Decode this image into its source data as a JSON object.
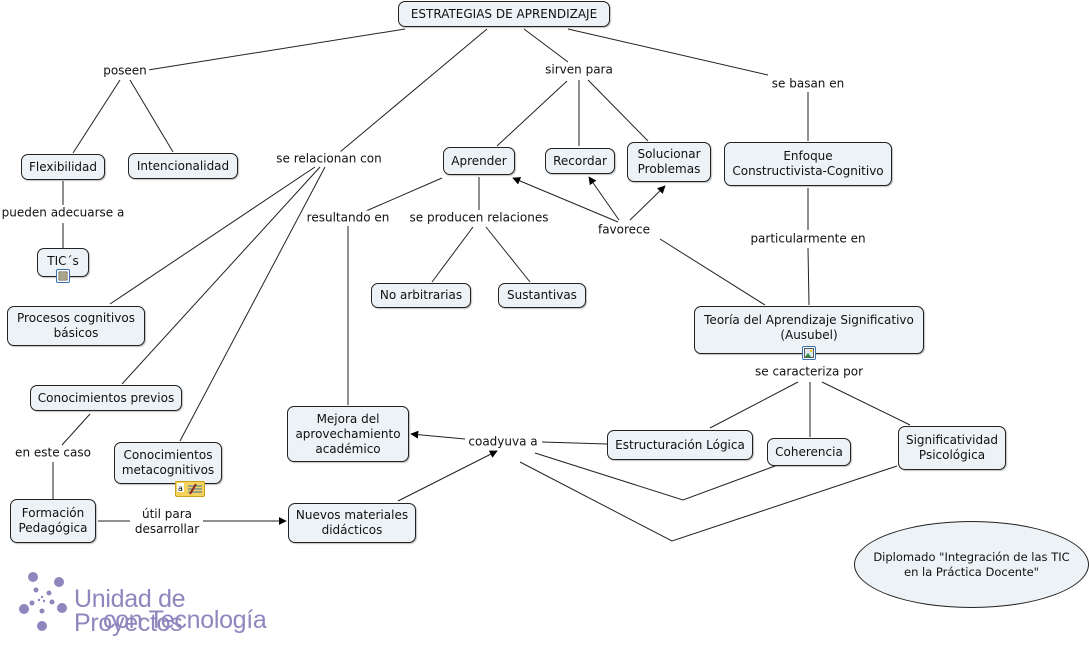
{
  "concept_map": {
    "root": "ESTRATEGIAS DE APRENDIZAJE",
    "concepts": {
      "flexibilidad": "Flexibilidad",
      "intencionalidad": "Intencionalidad",
      "tics": "TIC´s",
      "procesos": "Procesos cognitivos\nbásicos",
      "previos": "Conocimientos previos",
      "meta": "Conocimientos\nmetacognitivos",
      "formacion": "Formación\nPedagógica",
      "nuevos": "Nuevos materiales\ndidácticos",
      "mejora": "Mejora del\naprovechamiento\nacadémico",
      "aprender": "Aprender",
      "recordar": "Recordar",
      "solucionar": "Solucionar\nProblemas",
      "no_arbitrarias": "No arbitrarias",
      "sustantivas": "Sustantivas",
      "enfoque": "Enfoque\nConstructivista-Cognitivo",
      "teoria": "Teoría del Aprendizaje Significativo\n(Ausubel)",
      "estructuracion": "Estructuración Lógica",
      "coherencia": "Coherencia",
      "significatividad": "Significatividad\nPsicológica"
    },
    "linking_phrases": {
      "poseen": "poseen",
      "sirven": "sirven para",
      "basan": "se basan en",
      "relacionan": "se relacionan con",
      "adecuarse": "pueden adecuarse a",
      "resultando": "resultando en",
      "producen": "se producen relaciones",
      "favorece": "favorece",
      "particularmente": "particularmente en",
      "caracteriza": "se caracteriza por",
      "caso": "en este caso",
      "util": "útil para\ndesarrollar",
      "coadyuva": "coadyuva a"
    },
    "resource_icons": [
      "document-icon",
      "image-icon",
      "annotation-icon"
    ]
  },
  "footer": {
    "diplomado": "Diplomado \"Integración de las TIC\nen la Práctica Docente\"",
    "logo_line1": "Unidad de Proyectos",
    "logo_line2": "con Tecnología"
  },
  "colors": {
    "node_fill": "#ecf2f5",
    "node_border": "#222222",
    "logo": "#8e86bd"
  }
}
